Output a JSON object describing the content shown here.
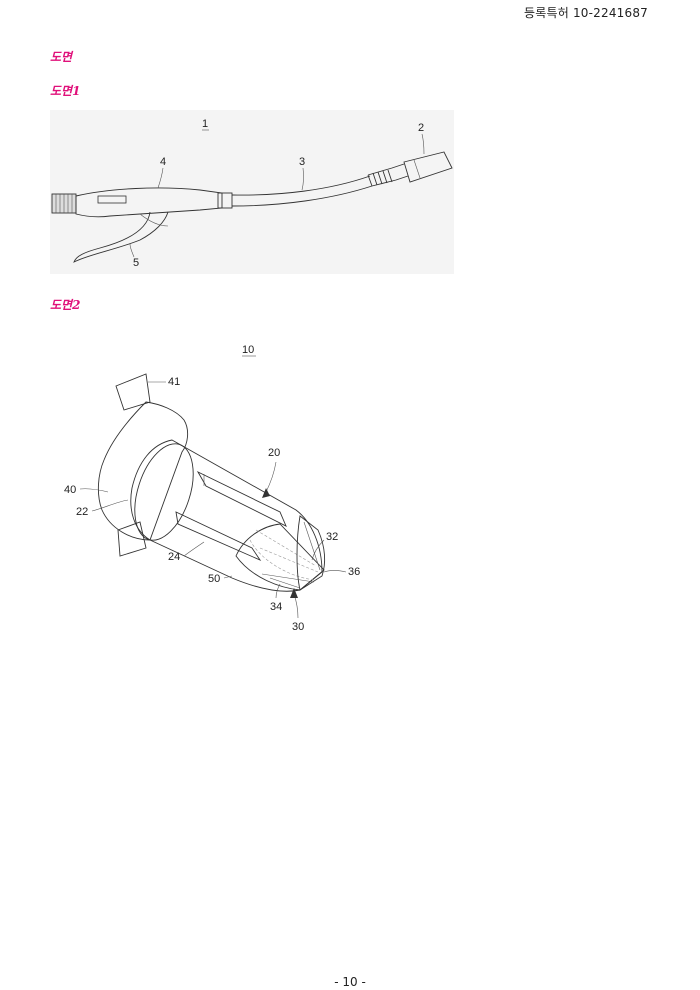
{
  "header": {
    "patent_number": "등록특허 10-2241687"
  },
  "sections": {
    "drawings": "도면",
    "figure1": "도면1",
    "figure2": "도면2"
  },
  "figure1": {
    "labels": {
      "device": "1",
      "connector": "2",
      "shaft": "3",
      "handle": "4",
      "trigger": "5"
    }
  },
  "figure2": {
    "labels": {
      "assembly": "10",
      "body": "20",
      "cap": "22",
      "slot": "24",
      "tip": "30",
      "tip_upper": "32",
      "tip_lower": "34",
      "tip_end": "36",
      "base": "40",
      "wing": "41",
      "cone": "50"
    }
  },
  "footer": {
    "page": "- 10 -"
  }
}
